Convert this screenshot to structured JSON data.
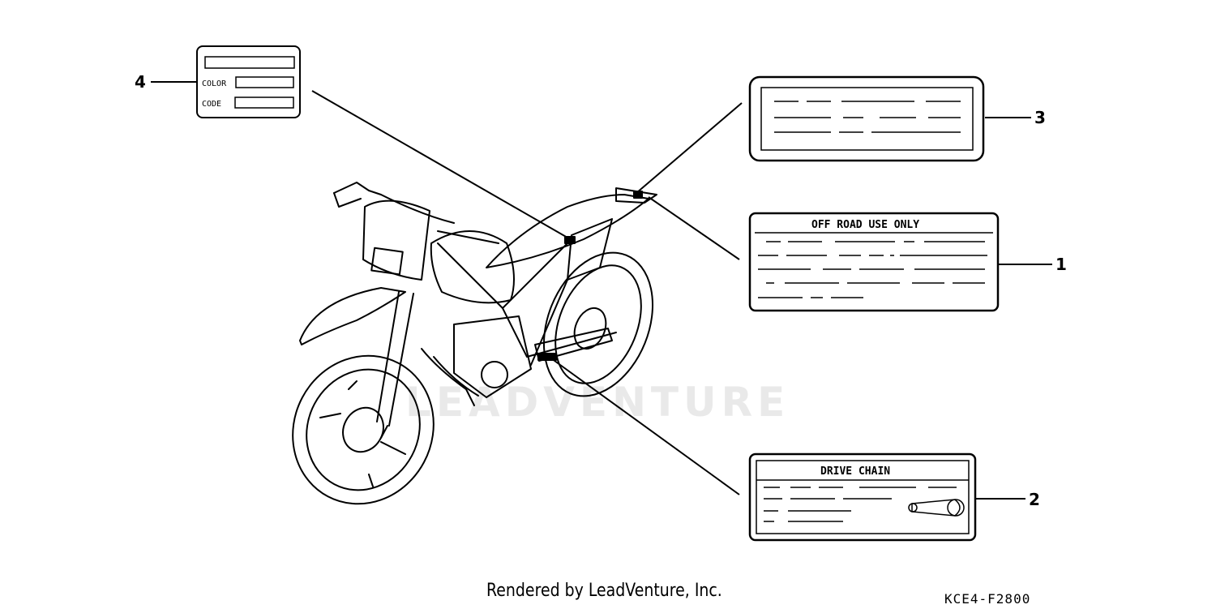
{
  "watermark": "LEADVENTURE",
  "callouts": [
    {
      "number": "1",
      "heading": "OFF ROAD USE ONLY"
    },
    {
      "number": "2",
      "heading": "DRIVE CHAIN"
    },
    {
      "number": "3"
    },
    {
      "number": "4",
      "fields": [
        "COLOR",
        "CODE"
      ]
    }
  ],
  "footer": {
    "credit": "Rendered by LeadVenture, Inc.",
    "diagram_code": "KCE4-F2800"
  }
}
